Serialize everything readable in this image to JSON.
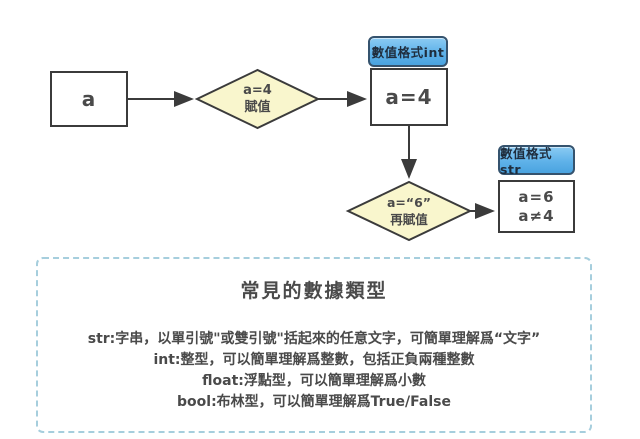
{
  "flowchart": {
    "box_a": {
      "label": "a"
    },
    "diamond_assign": {
      "line1": "a=4",
      "line2": "賦值"
    },
    "tag_int": {
      "label": "數值格式int"
    },
    "box_a4": {
      "label": "a=4"
    },
    "diamond_reassign": {
      "line1": "a=“6”",
      "line2": "再賦值"
    },
    "tag_str": {
      "label": "數值格式str"
    },
    "box_a6": {
      "line1": "a=6",
      "line2": "a≠4"
    }
  },
  "panel": {
    "title": "常見的數據類型",
    "lines": [
      "str:字串，以單引號\"或雙引號\"括起來的任意文字，可簡單理解爲“文字”",
      "int:整型，可以簡單理解爲整數，包括正負兩種整數",
      "float:浮點型，可以簡單理解爲小數",
      "bool:布林型，可以簡單理解爲True/False"
    ]
  },
  "colors": {
    "line": "#3b3b3b",
    "text": "#4a4a4a",
    "diamond_fill": "#f9f6cd",
    "tag_fill": "#5fb2e9",
    "tag_border": "#35536e",
    "panel_dash": "#a6cedd"
  }
}
